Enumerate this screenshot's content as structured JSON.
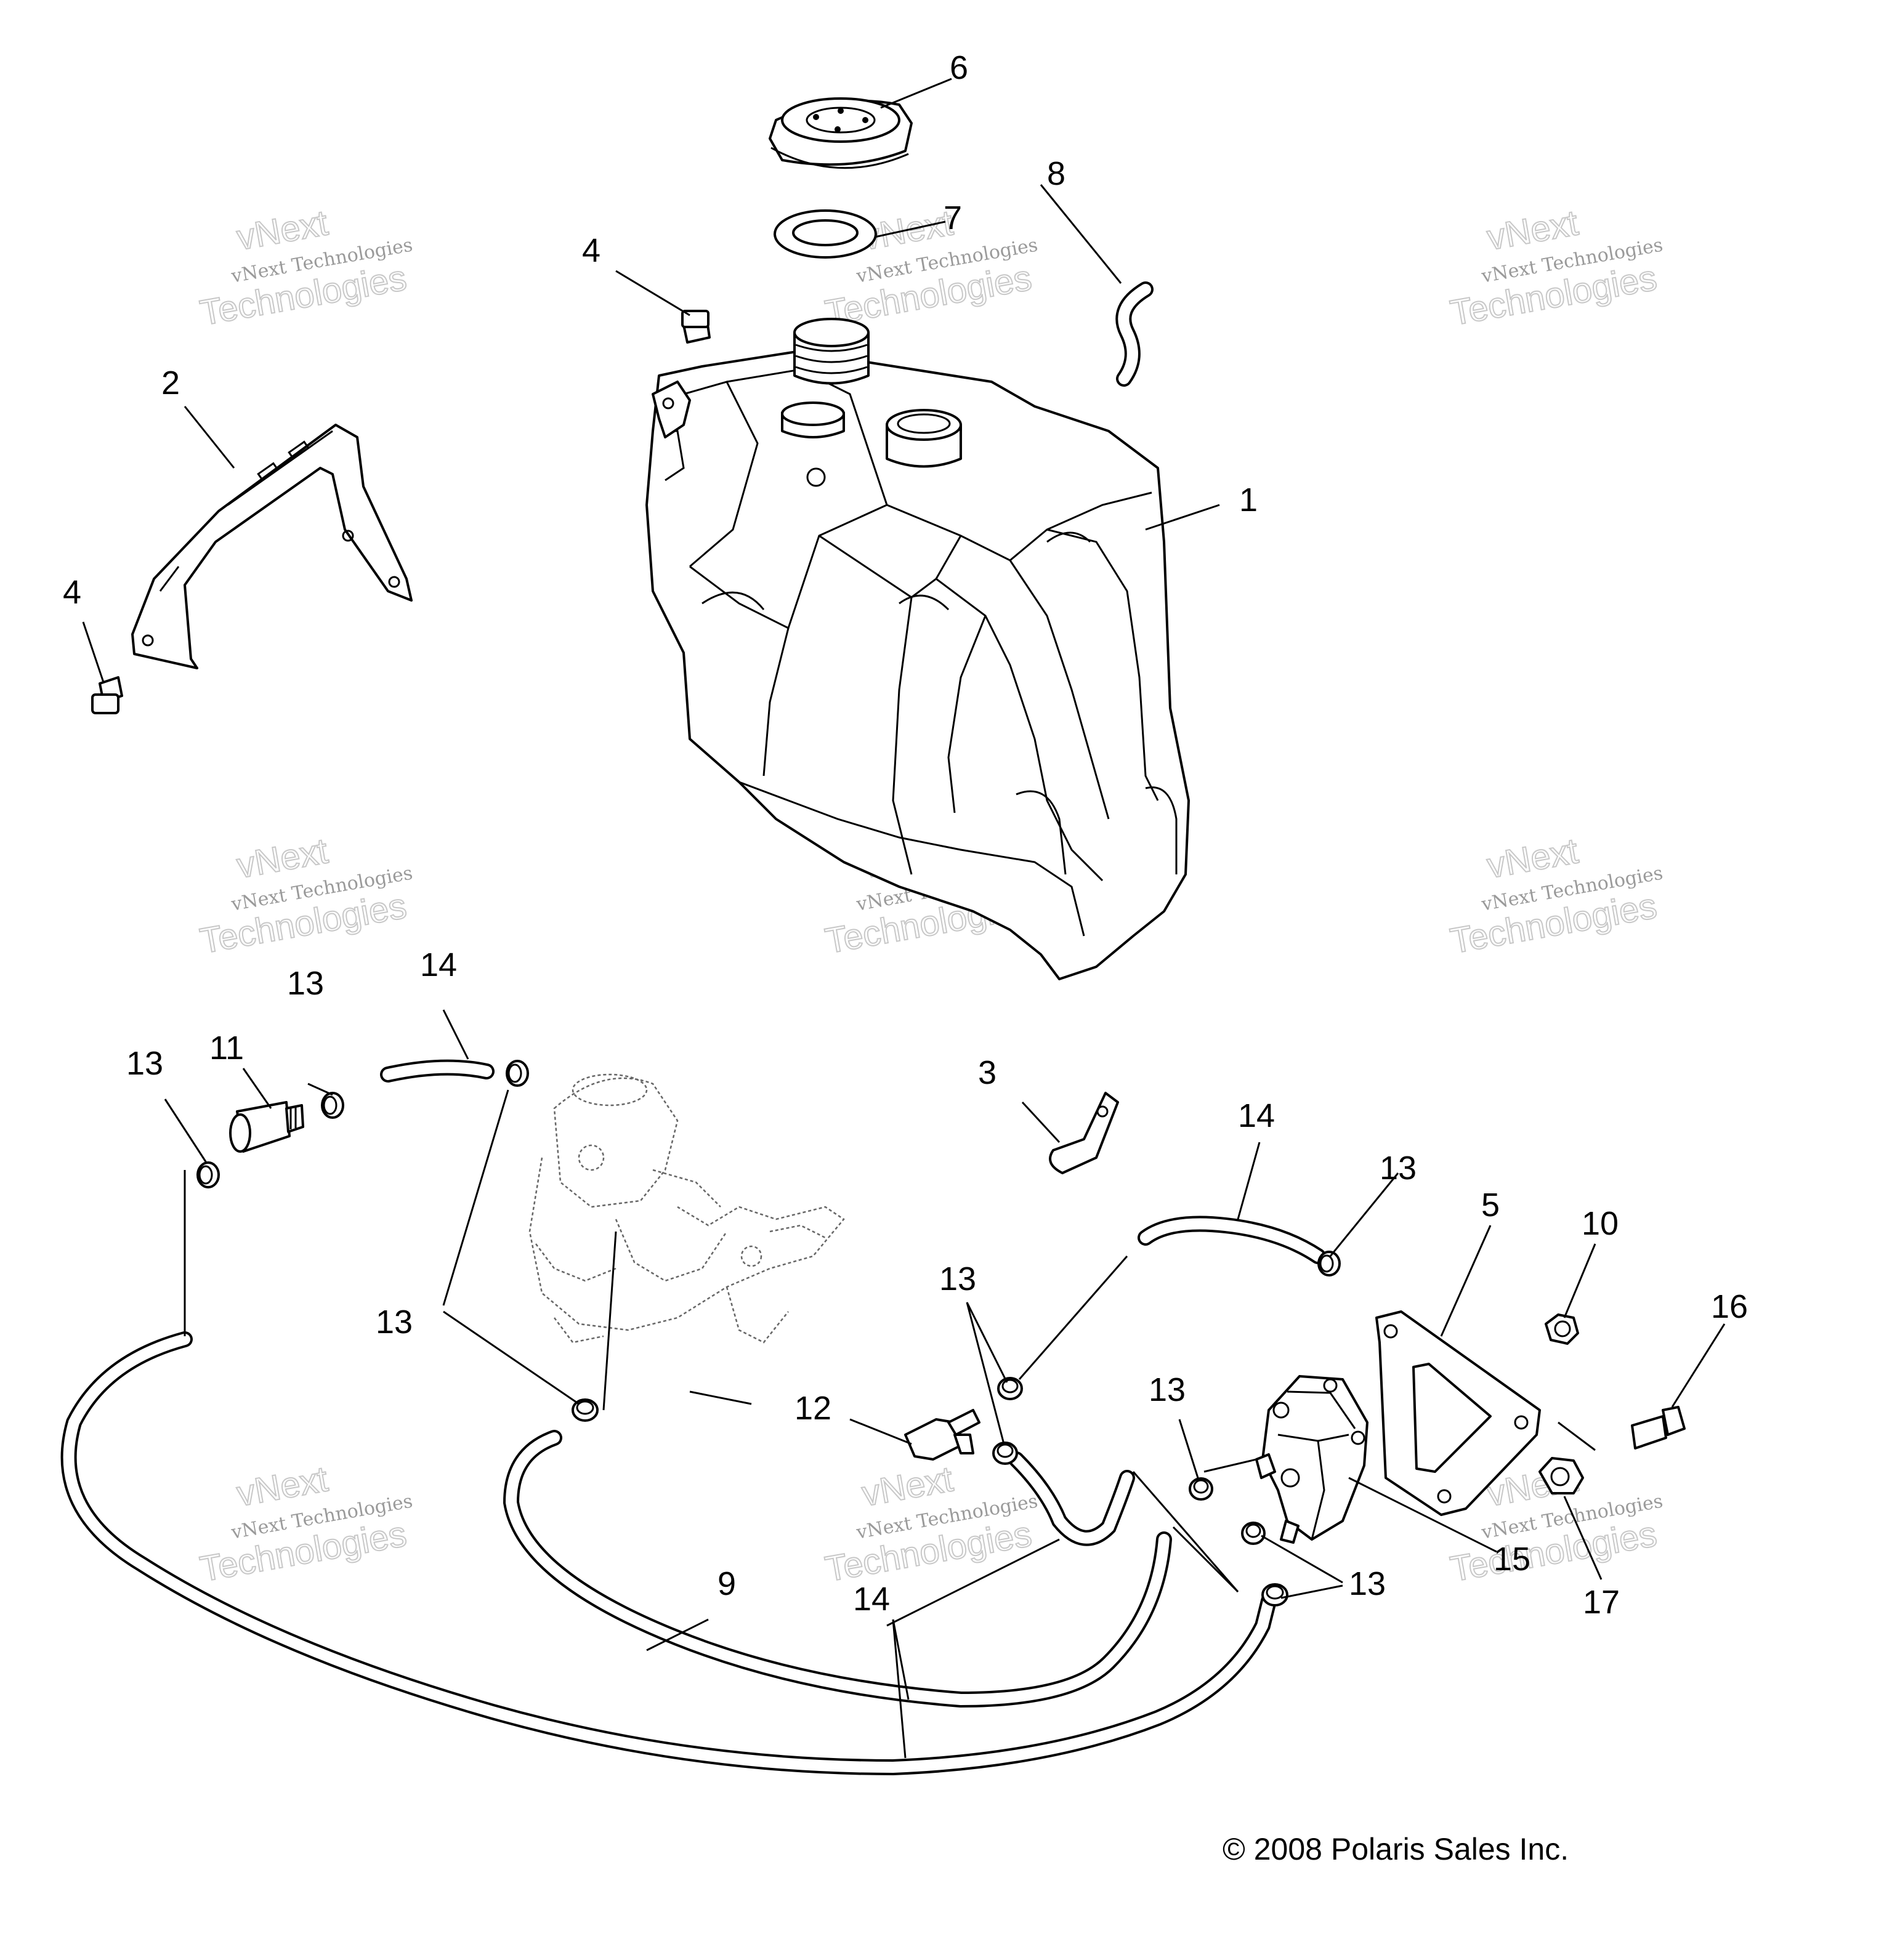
{
  "callouts": {
    "c1": "1",
    "c2": "2",
    "c3": "3",
    "c4a": "4",
    "c4b": "4",
    "c5": "5",
    "c6": "6",
    "c7": "7",
    "c8": "8",
    "c9": "9",
    "c10": "10",
    "c11": "11",
    "c12": "12",
    "c13a": "13",
    "c13b": "13",
    "c13c": "13",
    "c13d": "13",
    "c13e": "13",
    "c13f": "13",
    "c13g": "13",
    "c14a": "14",
    "c14b": "14",
    "c14c": "14",
    "c15": "15",
    "c16": "16",
    "c17": "17"
  },
  "copyright": "© 2008 Polaris Sales Inc.",
  "watermark": {
    "line1": "vNext Technologies",
    "line2": "vNext",
    "line3": "Technologies"
  }
}
